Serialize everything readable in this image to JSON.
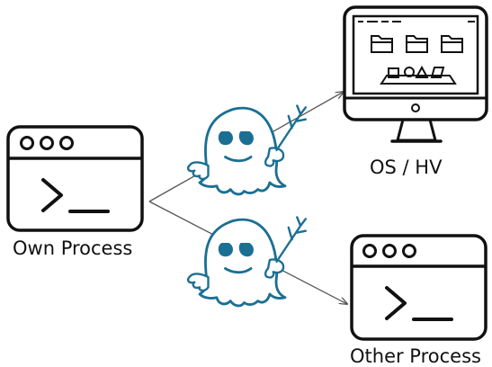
{
  "nodes": {
    "own_process": {
      "label": "Own Process",
      "icon": "terminal-window-icon"
    },
    "os_hv": {
      "label": "OS / HV",
      "icon": "monitor-icon"
    },
    "other_process": {
      "label": "Other Process",
      "icon": "terminal-window-icon"
    }
  },
  "attackers": [
    {
      "icon": "spectre-ghost-icon"
    },
    {
      "icon": "spectre-ghost-icon"
    }
  ],
  "edges": [
    {
      "from": "own_process",
      "to": "os_hv"
    },
    {
      "from": "own_process",
      "to": "other_process"
    }
  ],
  "colors": {
    "ghost": "#1b6f93",
    "stroke": "#111111",
    "arrow": "#555555",
    "background": "#ffffff"
  }
}
